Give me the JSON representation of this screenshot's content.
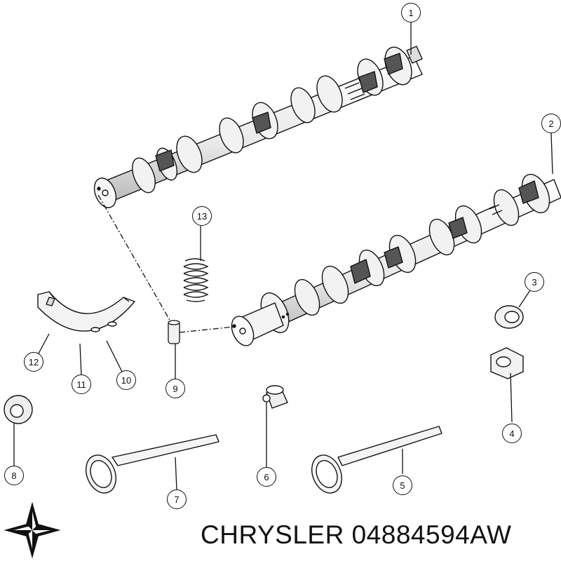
{
  "callouts": [
    "1",
    "2",
    "3",
    "4",
    "5",
    "6",
    "7",
    "8",
    "9",
    "10",
    "11",
    "12",
    "13"
  ],
  "caption": "CHRYSLER 04884594AW",
  "logo": {
    "icon": "pentastar-logo-icon",
    "color": "#111111"
  },
  "colors": {
    "line": "#111111",
    "fill_light": "#f4f4f4",
    "fill_mid": "#dcdcdc",
    "fill_dark": "#9a9a9a"
  }
}
